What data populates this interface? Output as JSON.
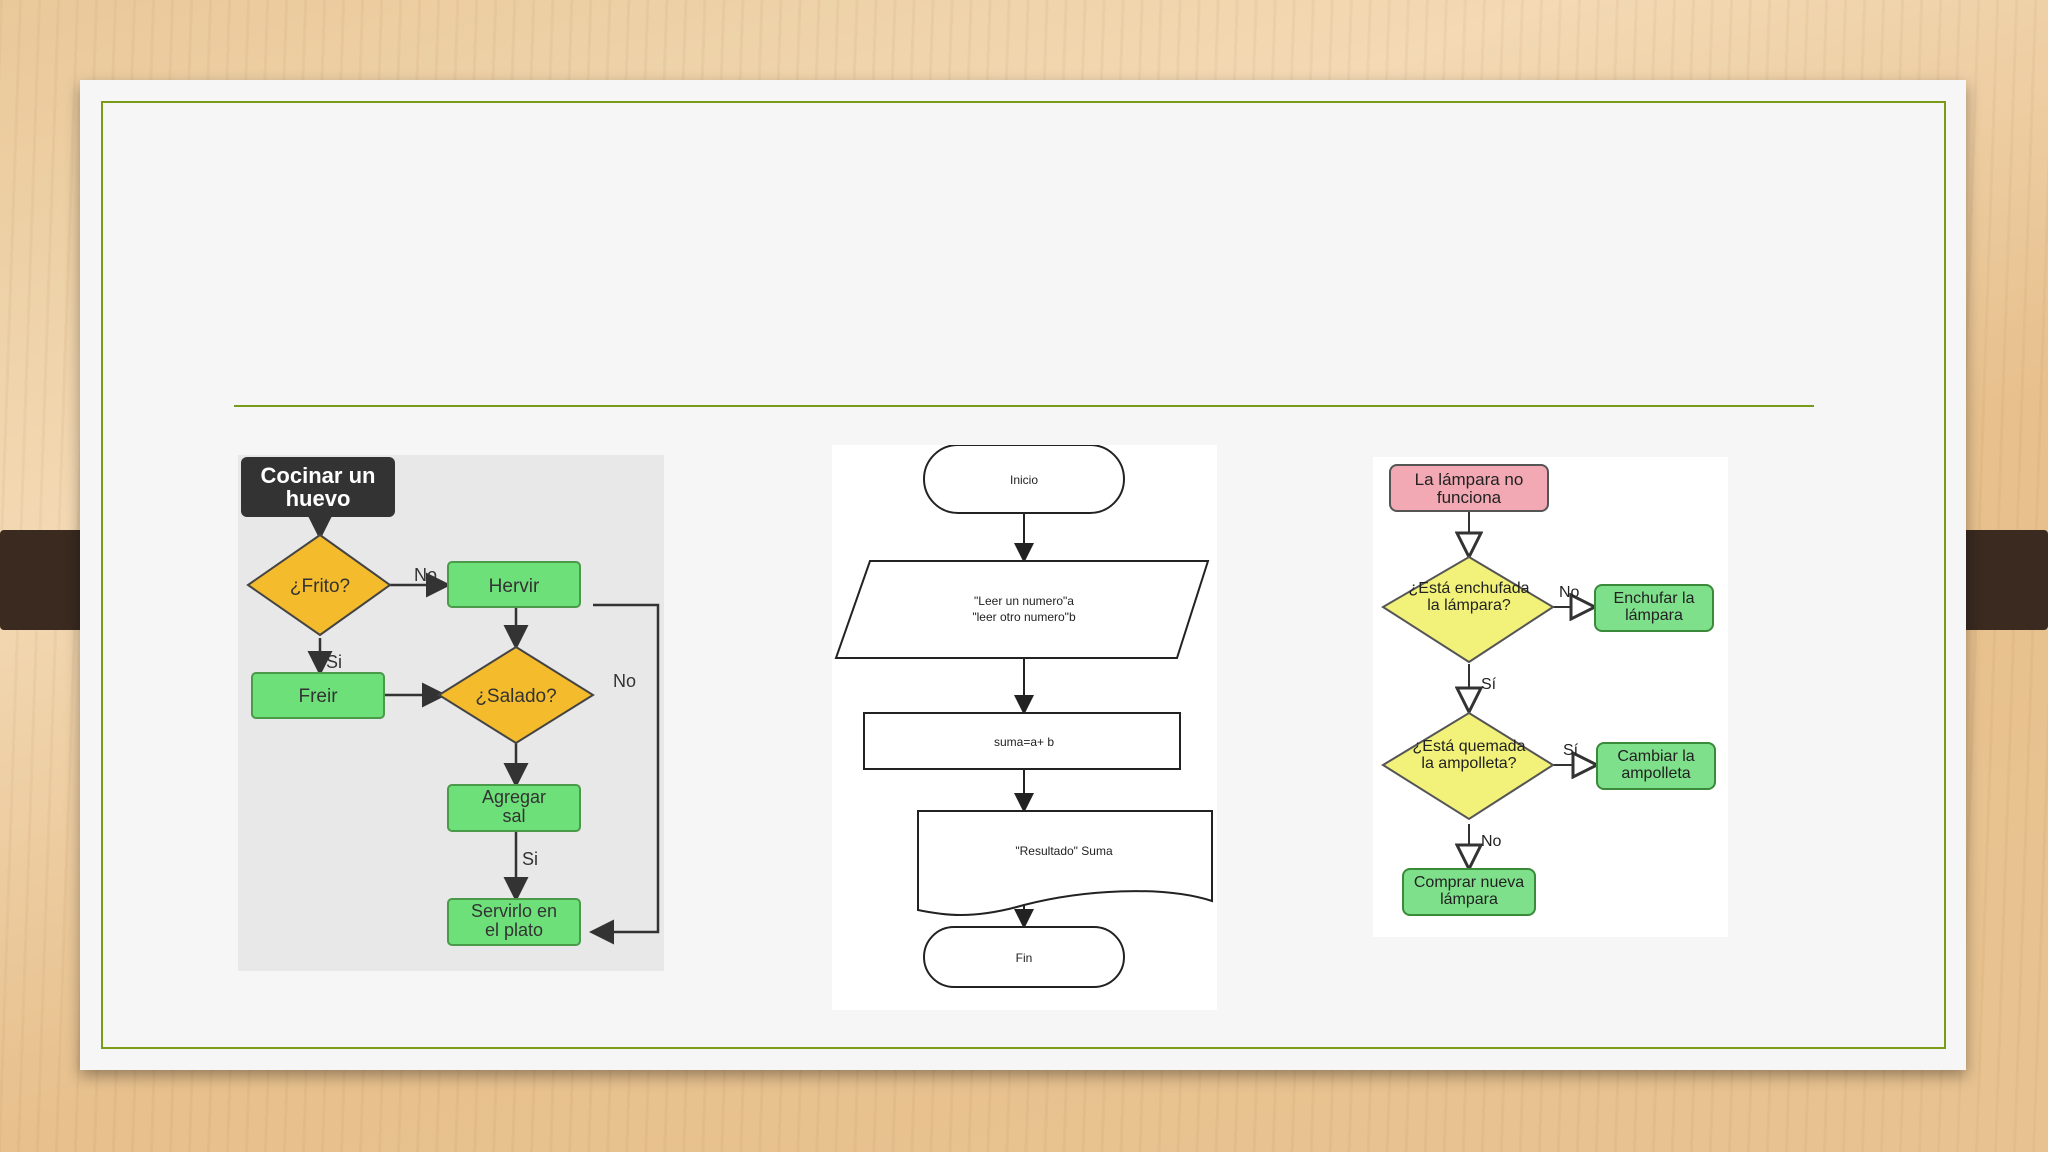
{
  "slide": {
    "colors": {
      "accent": "#7a9a1a",
      "background": "#f6f6f7"
    }
  },
  "diagram_egg": {
    "start": "Cocinar un huevo",
    "q_fried": "¿Frito?",
    "boil": "Hervir",
    "fry": "Freir",
    "q_salted": "¿Salado?",
    "add_salt": "Agregar sal",
    "serve": "Servirlo en el plato",
    "label_no_1": "No",
    "label_si_1": "Si",
    "label_si_2": "Si",
    "label_no_2": "No",
    "colors": {
      "header": "#333333",
      "process": "#6ee07a",
      "decision": "#f4bc2c"
    }
  },
  "diagram_sum": {
    "start": "Inicio",
    "input_line1": "\"Leer un numero\"a",
    "input_line2": "\"leer otro numero\"b",
    "process": "suma=a+ b",
    "output": "\"Resultado\" Suma",
    "end": "Fin"
  },
  "diagram_lamp": {
    "problem": "La lámpara no funciona",
    "q_plugged": "¿Está enchufada la lámpara?",
    "plug_in": "Enchufar la lámpara",
    "q_burned": "¿Está quemada la ampolleta?",
    "replace_bulb": "Cambiar la ampolleta",
    "buy_new": "Comprar nueva lámpara",
    "label_no_1": "No",
    "label_si_1": "Sí",
    "label_si_2": "Sí",
    "label_no_2": "No",
    "colors": {
      "problem": "#f2a9b4",
      "decision": "#f2f27a",
      "action": "#7ee08a"
    }
  }
}
